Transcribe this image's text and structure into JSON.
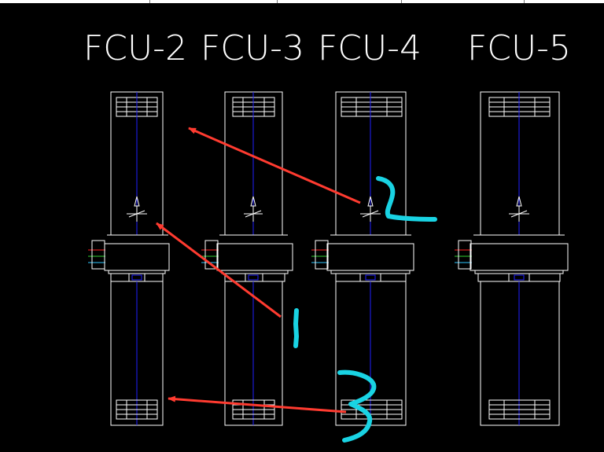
{
  "units": [
    {
      "label": "FCU-2"
    },
    {
      "label": "FCU-3"
    },
    {
      "label": "FCU-4"
    },
    {
      "label": "FCU-5"
    }
  ],
  "annotations": [
    {
      "text": "2"
    },
    {
      "text": "1"
    },
    {
      "text": "3"
    }
  ],
  "colors": {
    "background": "#000000",
    "line": "#ffffff",
    "centerline": "#1f1fff",
    "arrow": "#ff3b30",
    "handwriting": "#19d3e3",
    "marker_red": "#ff2020",
    "marker_green": "#2fd02f",
    "marker_cyan": "#2fc8ff"
  }
}
